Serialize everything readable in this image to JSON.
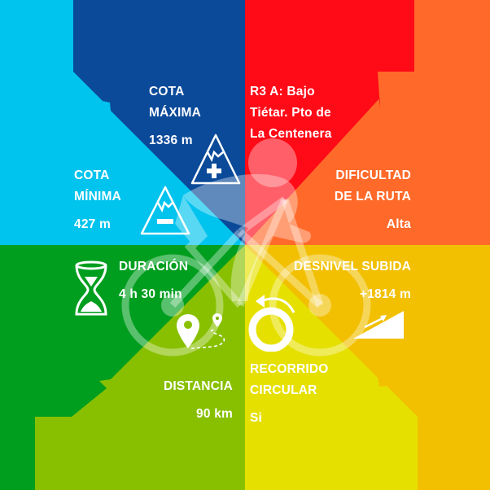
{
  "route": {
    "title_lines": [
      "R3 A: Bajo",
      "Tiétar. Pto de",
      "La Centenera"
    ]
  },
  "cota_maxima": {
    "label_lines": [
      "COTA",
      "MÁXIMA"
    ],
    "value": "1336 m",
    "icon": "mountain-plus-icon"
  },
  "cota_minima": {
    "label_lines": [
      "COTA",
      "MÍNIMA"
    ],
    "value": "427 m",
    "icon": "mountain-minus-icon"
  },
  "dificultad": {
    "label_lines": [
      "DIFICULTAD",
      "DE LA RUTA"
    ],
    "value": "Alta"
  },
  "duracion": {
    "label": "DURACIÓN",
    "value": "4 h 30 min",
    "icon": "hourglass-icon"
  },
  "desnivel": {
    "label": "DESNIVEL SUBIDA",
    "value": "+1814 m",
    "icon": "slope-up-icon"
  },
  "distancia": {
    "label": "DISTANCIA",
    "value": "90 km",
    "icon": "map-pin-route-icon"
  },
  "recorrido": {
    "label_lines": [
      "RECORRIDO",
      "CIRCULAR"
    ],
    "value": "Si",
    "icon": "circular-route-icon"
  },
  "colors": {
    "light_blue": "#00c3ee",
    "dark_blue": "#0b4a99",
    "red": "#ff0a17",
    "orange": "#ff6a2a",
    "amber": "#f2c000",
    "yellow": "#e6e000",
    "light_green": "#88c000",
    "green": "#009e1f"
  },
  "center_graphic": "cyclist-on-bike-icon"
}
